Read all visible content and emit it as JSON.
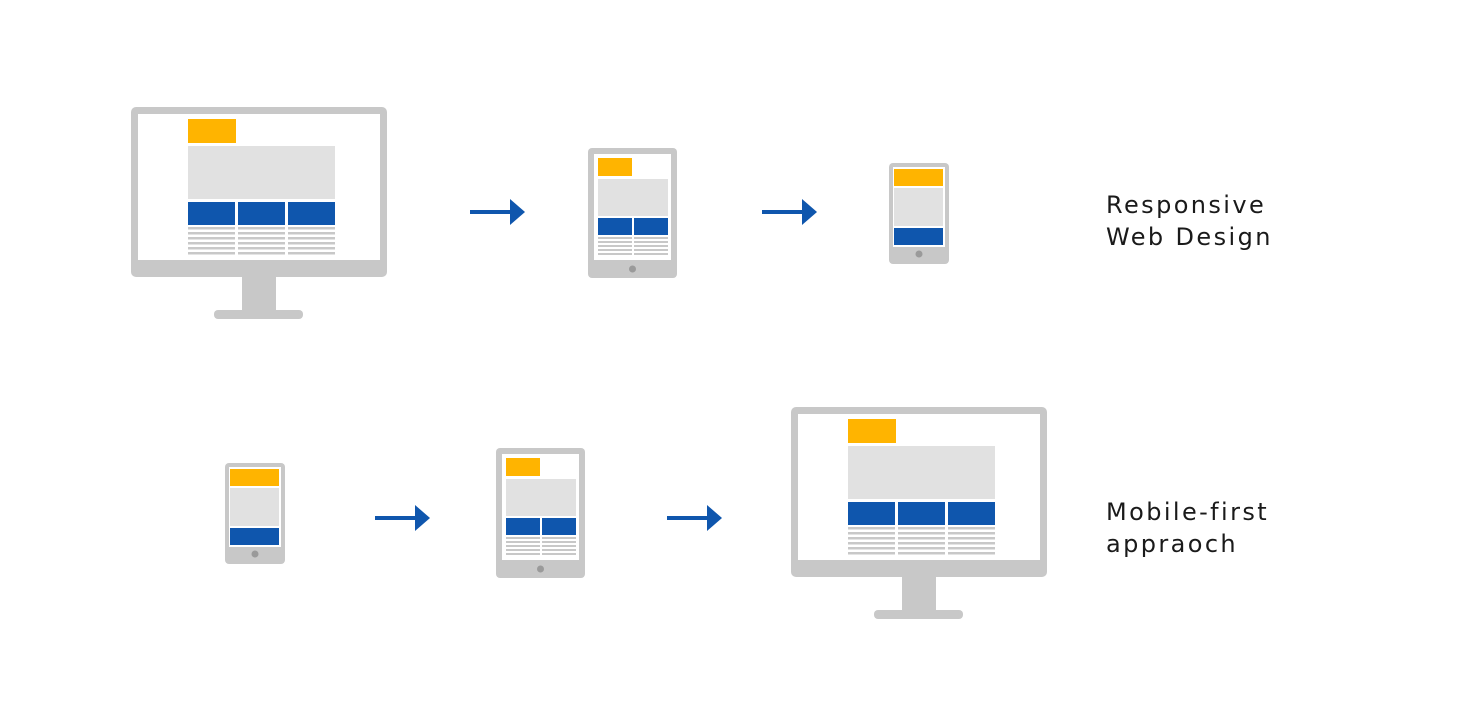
{
  "rows": [
    {
      "label_lines": [
        "Responsive",
        "Web Design"
      ],
      "devices": [
        "desktop",
        "tablet",
        "phone"
      ]
    },
    {
      "label_lines": [
        "Mobile-first",
        "appraoch"
      ],
      "devices": [
        "phone",
        "tablet",
        "desktop"
      ]
    }
  ],
  "colors": {
    "device_frame": "#c8c8c8",
    "screen": "#ffffff",
    "header_block": "#ffb400",
    "hero_block": "#e1e1e1",
    "column_block": "#0f56ad",
    "text_lines": "#c8c8c8",
    "button": "#9a9a9a",
    "arrow": "#0f56ad"
  },
  "icons": {
    "desktop": "desktop-monitor-icon",
    "tablet": "tablet-icon",
    "phone": "smartphone-icon",
    "arrow": "right-arrow-icon"
  }
}
